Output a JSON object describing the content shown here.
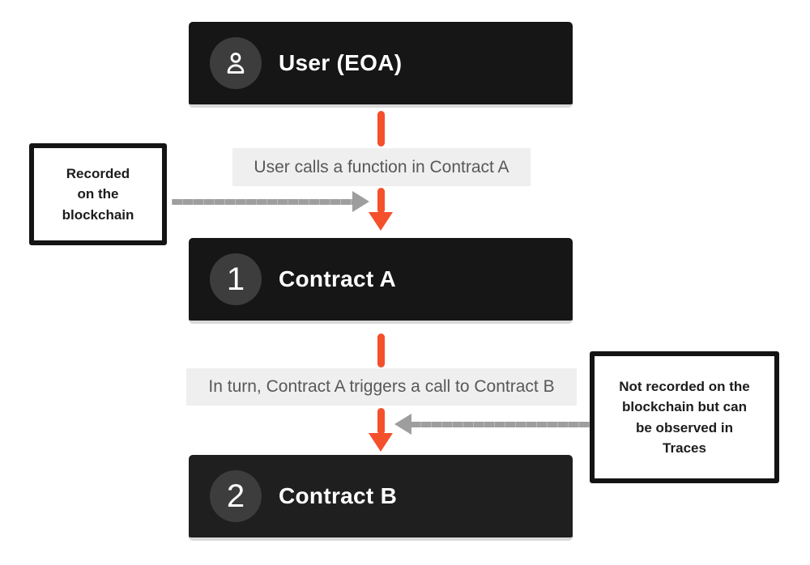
{
  "colors": {
    "background": "#ffffff",
    "node_bg": "#161616",
    "node_bg_b": "#1f1f1f",
    "node_edge_bottom": "#d9d9d9",
    "badge_circle": "#3d3d3d",
    "node_text": "#ffffff",
    "edge_label_bg": "#efefef",
    "edge_label_text": "#58585a",
    "arrow_orange": "#f4502c",
    "arrow_gray": "#9e9e9e",
    "note_bg": "#ffffff",
    "note_border": "#141414",
    "note_text": "#1c1c1c"
  },
  "diagram": {
    "nodes": [
      {
        "badge": "user-icon",
        "title": "User (EOA)"
      },
      {
        "badge": "1",
        "title": "Contract A"
      },
      {
        "badge": "2",
        "title": "Contract B"
      }
    ],
    "edges": [
      {
        "label": "User calls a function in Contract A"
      },
      {
        "label": "In turn, Contract A triggers a call to Contract B"
      }
    ],
    "annotations": [
      {
        "side": "left",
        "text": "Recorded on the blockchain",
        "lines": [
          "Recorded",
          "on the",
          "blockchain"
        ]
      },
      {
        "side": "right",
        "text": "Not recorded on the blockchain but can be observed in Traces",
        "lines": [
          "Not recorded on the",
          "blockchain but can",
          "be observed in",
          "Traces"
        ]
      }
    ]
  }
}
